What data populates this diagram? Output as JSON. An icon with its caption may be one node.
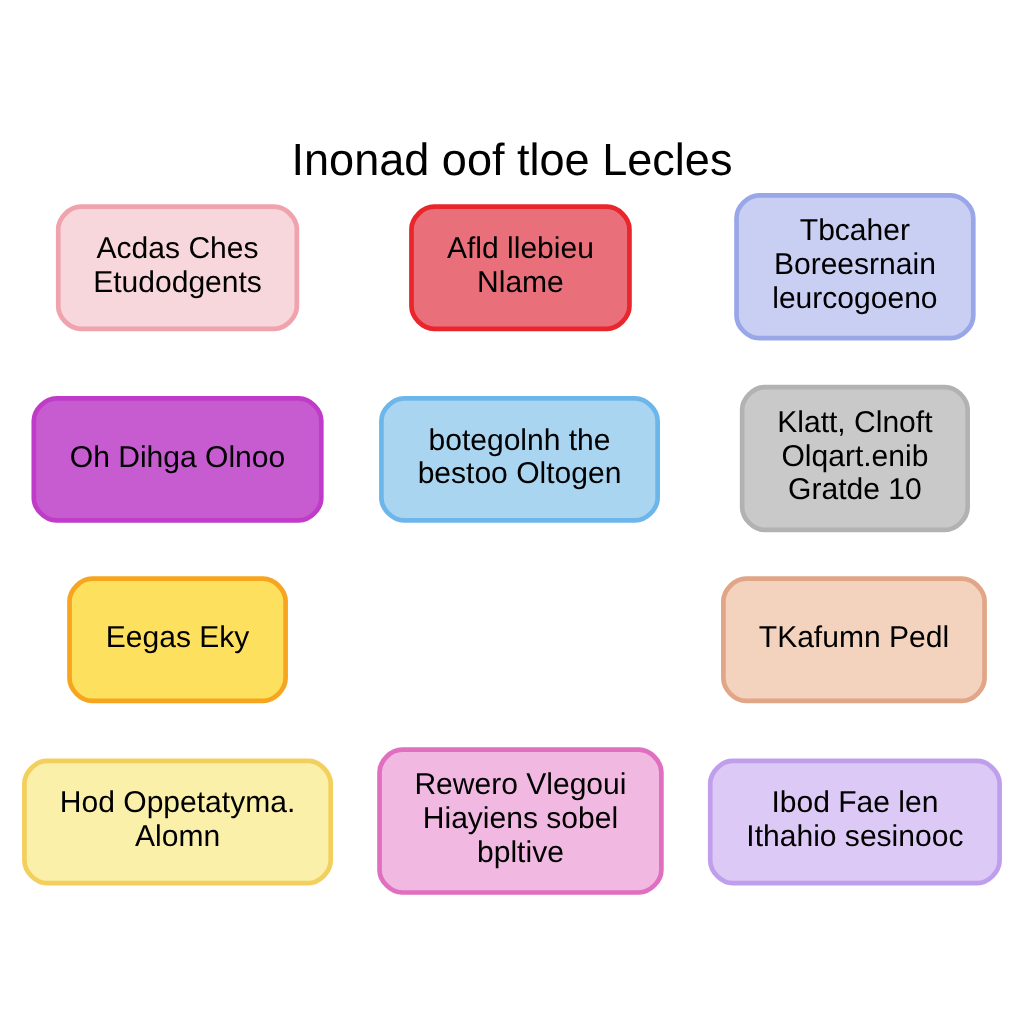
{
  "diagram": {
    "title": "Inonad oof tloe Lecles",
    "nodes": [
      {
        "text": [
          "Acdas Ches Etudodgents"
        ]
      },
      {
        "text": [
          "Afld llebieu Nlame"
        ]
      },
      {
        "text": [
          "Tbcaher Boreesrnain leurcogoeno"
        ]
      },
      {
        "text": [
          "Oh Dihga Olnoo"
        ]
      },
      {
        "text": [
          "botegolnh the bestoo Oltogen"
        ]
      },
      {
        "text": [
          "Klatt, Clnoft Olqart.enib Gratde 10"
        ]
      },
      {
        "text": [
          "Eegas Eky"
        ]
      },
      {
        "text": [
          "TKafumn Pedl"
        ]
      },
      {
        "text": [
          "Hod Oppetatyma. Alomn"
        ]
      },
      {
        "text": [
          "Rewero Vlegoui Hiayiens sobel bpltive"
        ]
      },
      {
        "text": [
          "Ibod Fae len Ithahio sesinooc"
        ]
      }
    ]
  }
}
